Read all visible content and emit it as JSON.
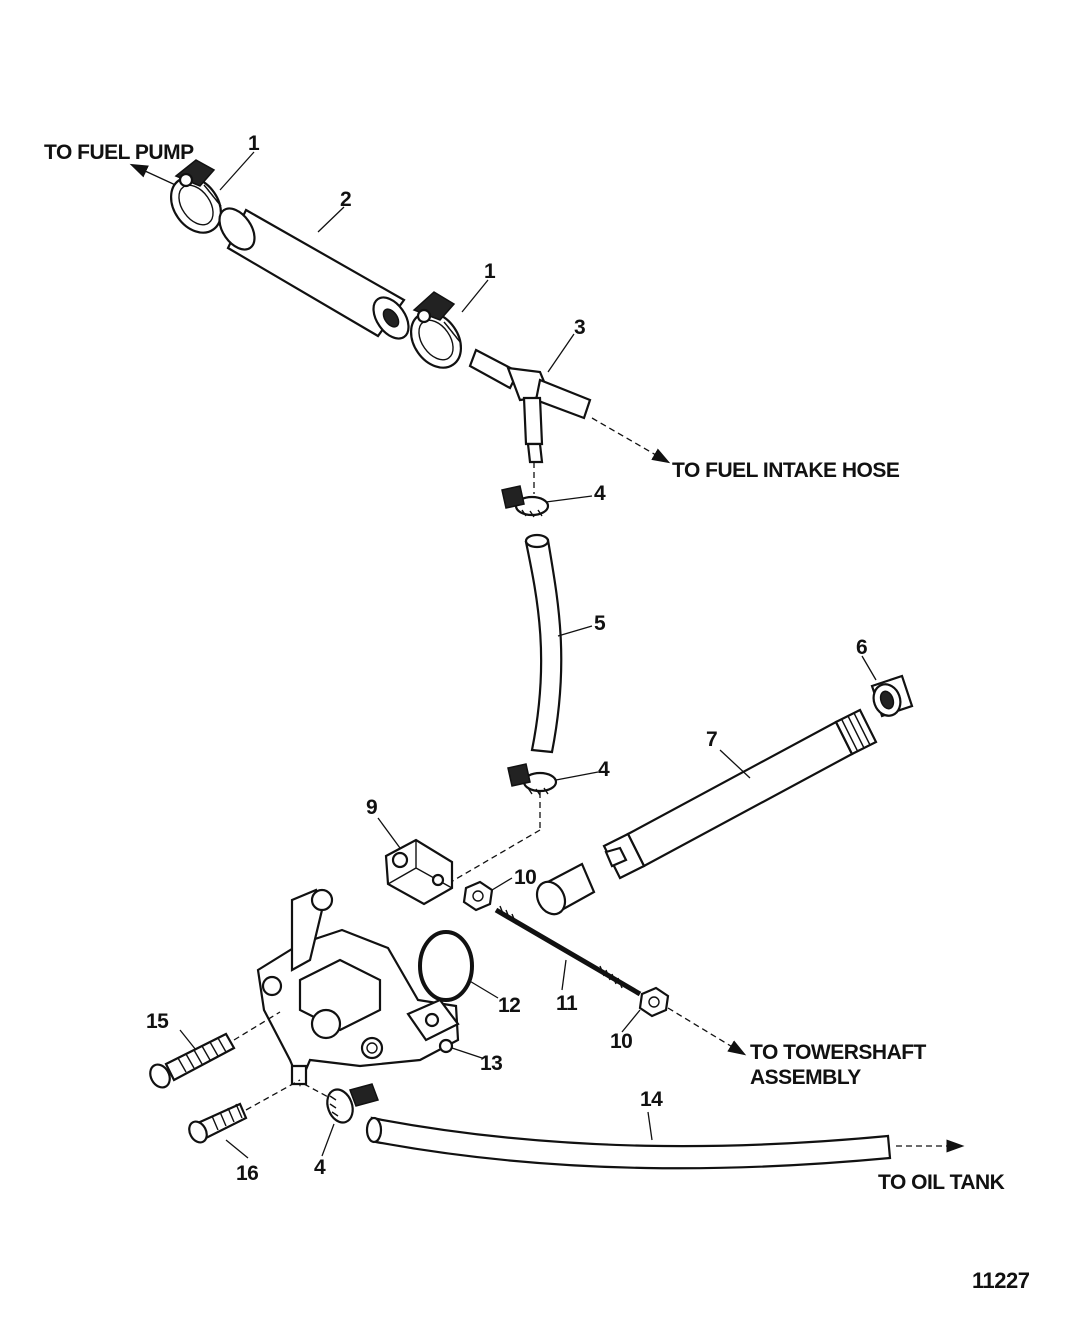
{
  "destinations": {
    "fuel_pump": "TO FUEL PUMP",
    "fuel_intake_hose": "TO FUEL INTAKE HOSE",
    "towershaft_line1": "TO TOWERSHAFT",
    "towershaft_line2": "ASSEMBLY",
    "oil_tank": "TO OIL TANK"
  },
  "callouts": {
    "c1a": "1",
    "c2": "2",
    "c1b": "1",
    "c3": "3",
    "c4a": "4",
    "c5": "5",
    "c6": "6",
    "c7": "7",
    "c4b": "4",
    "c9": "9",
    "c10a": "10",
    "c12": "12",
    "c11": "11",
    "c10b": "10",
    "c13": "13",
    "c15": "15",
    "c14": "14",
    "c16": "16",
    "c4c": "4"
  },
  "figure_number": "11227"
}
